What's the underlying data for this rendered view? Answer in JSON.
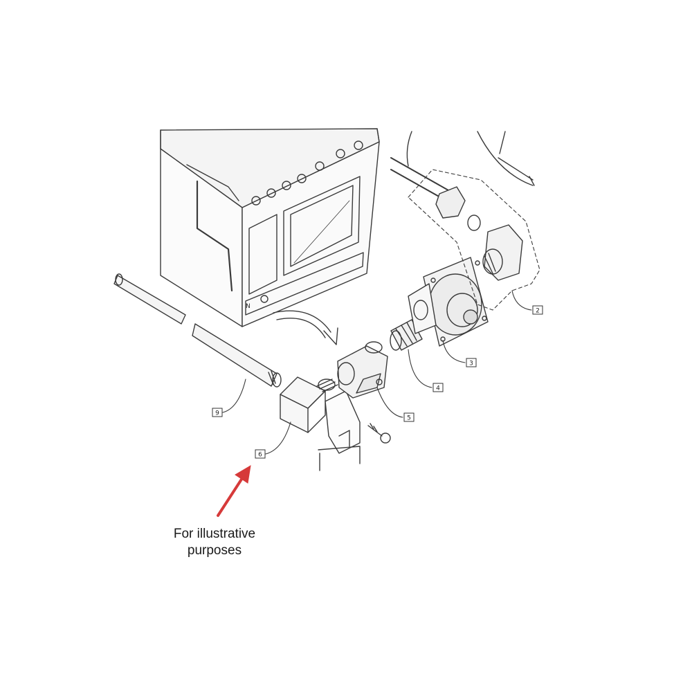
{
  "caption": {
    "line1": "For illustrative",
    "line2": "purposes"
  },
  "callouts": [
    {
      "id": "c2",
      "label": "2"
    },
    {
      "id": "c3",
      "label": "3"
    },
    {
      "id": "c4",
      "label": "4"
    },
    {
      "id": "c5",
      "label": "5"
    },
    {
      "id": "c6",
      "label": "6"
    },
    {
      "id": "c9",
      "label": "9"
    }
  ],
  "colors": {
    "line": "#3a3a3a",
    "arrow": "#d63a3a",
    "background": "#ffffff"
  },
  "icons": [
    "range-appliance-icon",
    "pressure-regulator-icon",
    "shutoff-valve-icon",
    "elbow-fitting-icon",
    "gas-pipe-icon",
    "red-pointer-arrow-icon"
  ]
}
